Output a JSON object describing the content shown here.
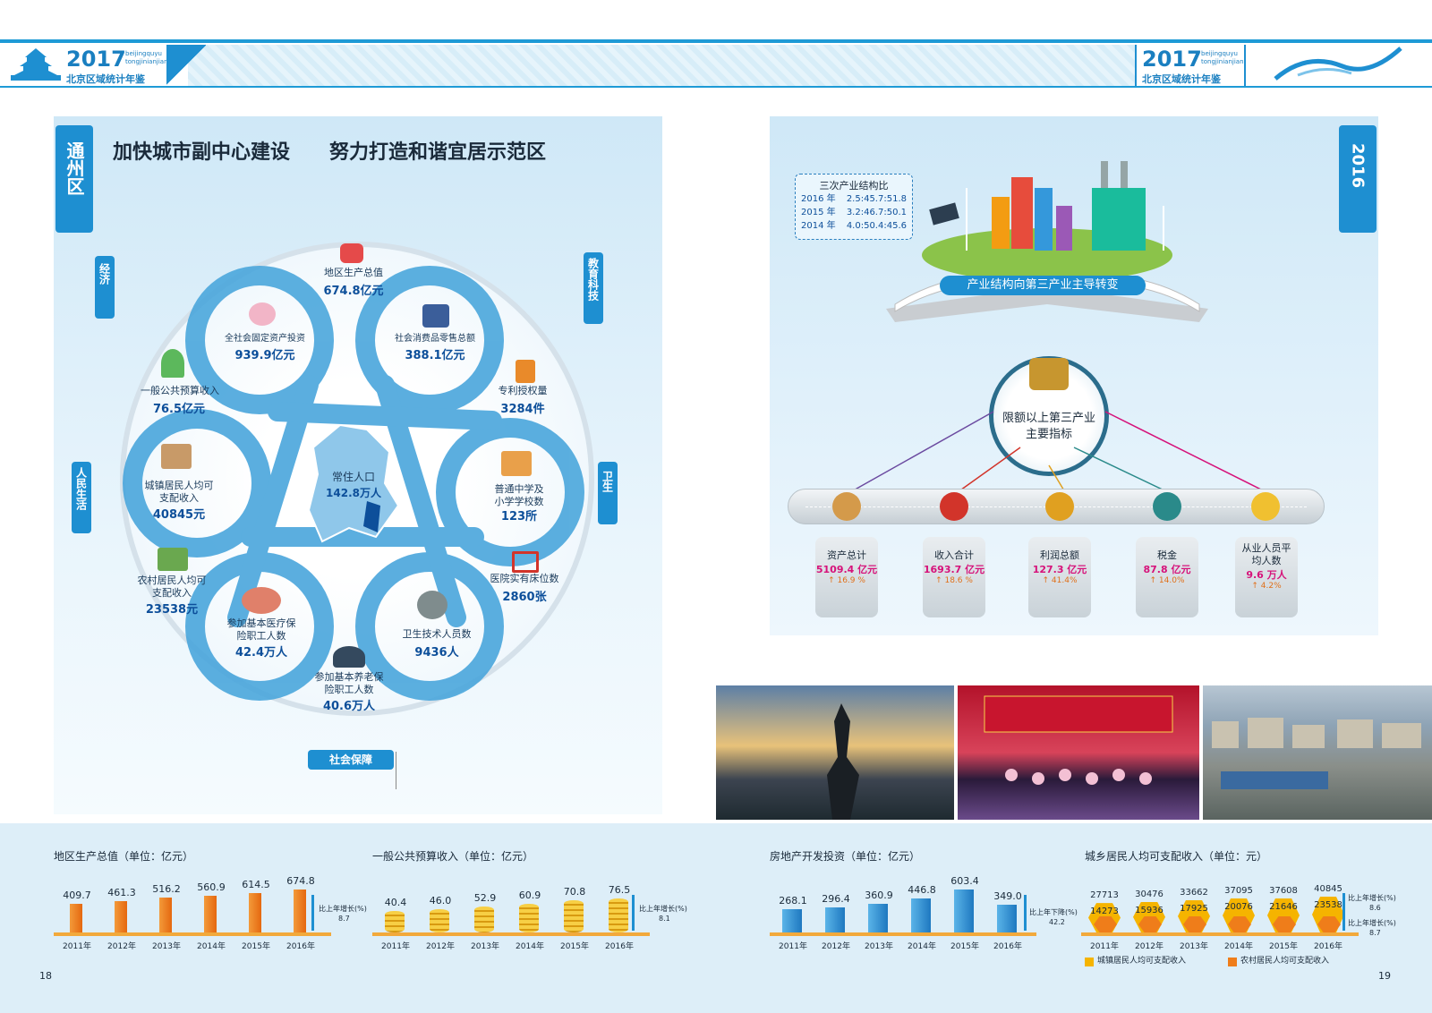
{
  "header": {
    "year": "2017",
    "pinyin_line1": "beijingquyu",
    "pinyin_line2": "tongjinianjian",
    "title": "北京区域统计年鉴"
  },
  "left": {
    "district": "通州区",
    "heading": "加快城市副中心建设　　努力打造和谐宜居示范区",
    "categories": {
      "economy": "经济",
      "education": "教育科技",
      "people": "人民生活",
      "health": "卫生",
      "social": "社会保障"
    },
    "center": {
      "label": "常住人口",
      "value": "142.8万人"
    },
    "items": [
      {
        "label": "地区生产总值",
        "value": "674.8亿元"
      },
      {
        "label": "全社会固定资产投资",
        "value": "939.9亿元"
      },
      {
        "label": "社会消费品零售总额",
        "value": "388.1亿元"
      },
      {
        "label": "一般公共预算收入",
        "value": "76.5亿元"
      },
      {
        "label": "专利授权量",
        "value": "3284件"
      },
      {
        "label": "城镇居民人均可支配收入",
        "value": "40845元"
      },
      {
        "label": "普通中学及小学学校数",
        "value": "123所"
      },
      {
        "label": "农村居民人均可支配收入",
        "value": "23538元"
      },
      {
        "label": "医院实有床位数",
        "value": "2860张"
      },
      {
        "label": "参加基本医疗保险职工人数",
        "value": "42.4万人"
      },
      {
        "label": "卫生技术人员数",
        "value": "9436人"
      },
      {
        "label": "参加基本养老保险职工人数",
        "value": "40.6万人"
      }
    ]
  },
  "right": {
    "year_ribbon": "2016",
    "structure": {
      "title": "三次产业结构比",
      "rows": [
        {
          "year": "2016 年",
          "ratio": "2.5:45.7:51.8"
        },
        {
          "year": "2015 年",
          "ratio": "3.2:46.7:50.1"
        },
        {
          "year": "2014 年",
          "ratio": "4.0:50.4:45.6"
        }
      ]
    },
    "book_banner": "产业结构向第三产业主导转变",
    "hub": "限额以上第三产业主要指标",
    "indicators": [
      {
        "name": "资产总计",
        "value": "5109.4 亿元",
        "growth": "↑ 16.9 %"
      },
      {
        "name": "收入合计",
        "value": "1693.7 亿元",
        "growth": "↑ 18.6 %"
      },
      {
        "name": "利润总额",
        "value": "127.3 亿元",
        "growth": "↑ 41.4%"
      },
      {
        "name": "税金",
        "value": "87.8 亿元",
        "growth": "↑ 14.0%"
      },
      {
        "name": "从业人员平均人数",
        "value": "9.6 万人",
        "growth": "↑ 4.2%"
      }
    ]
  },
  "charts": {
    "gdp": {
      "title": "地区生产总值（单位：亿元）",
      "note": "比上年增长(%)",
      "note_val": "8.7"
    },
    "budget": {
      "title": "一般公共预算收入（单位：亿元）",
      "note": "比上年增长(%)",
      "note_val": "8.1"
    },
    "realestate": {
      "title": "房地产开发投资（单位：亿元）",
      "note": "比上年下降(%)",
      "note_val": "42.2"
    },
    "income": {
      "title": "城乡居民人均可支配收入（单位：元）",
      "note_urban": "比上年增长(%)",
      "note_urban_val": "8.6",
      "note_rural": "比上年增长(%)",
      "note_rural_val": "8.7",
      "legend_urban": "城镇居民人均可支配收入",
      "legend_rural": "农村居民人均可支配收入"
    }
  },
  "page_left": "18",
  "page_right": "19",
  "chart_data": [
    {
      "type": "bar",
      "title": "地区生产总值（单位：亿元）",
      "categories": [
        "2011年",
        "2012年",
        "2013年",
        "2014年",
        "2015年",
        "2016年"
      ],
      "values": [
        409.7,
        461.3,
        516.2,
        560.9,
        614.5,
        674.8
      ]
    },
    {
      "type": "bar",
      "title": "一般公共预算收入（单位：亿元）",
      "categories": [
        "2011年",
        "2012年",
        "2013年",
        "2014年",
        "2015年",
        "2016年"
      ],
      "values": [
        40.4,
        46.0,
        52.9,
        60.9,
        70.8,
        76.5
      ]
    },
    {
      "type": "bar",
      "title": "房地产开发投资（单位：亿元）",
      "categories": [
        "2011年",
        "2012年",
        "2013年",
        "2014年",
        "2015年",
        "2016年"
      ],
      "values": [
        268.1,
        296.4,
        360.9,
        446.8,
        603.4,
        349.0
      ]
    },
    {
      "type": "bar",
      "title": "城乡居民人均可支配收入（单位：元）",
      "categories": [
        "2011年",
        "2012年",
        "2013年",
        "2014年",
        "2015年",
        "2016年"
      ],
      "series": [
        {
          "name": "城镇居民人均可支配收入",
          "values": [
            27713,
            30476,
            33662,
            37095,
            37608,
            40845
          ]
        },
        {
          "name": "农村居民人均可支配收入",
          "values": [
            14273,
            15936,
            17925,
            20076,
            21646,
            23538
          ]
        }
      ]
    }
  ]
}
